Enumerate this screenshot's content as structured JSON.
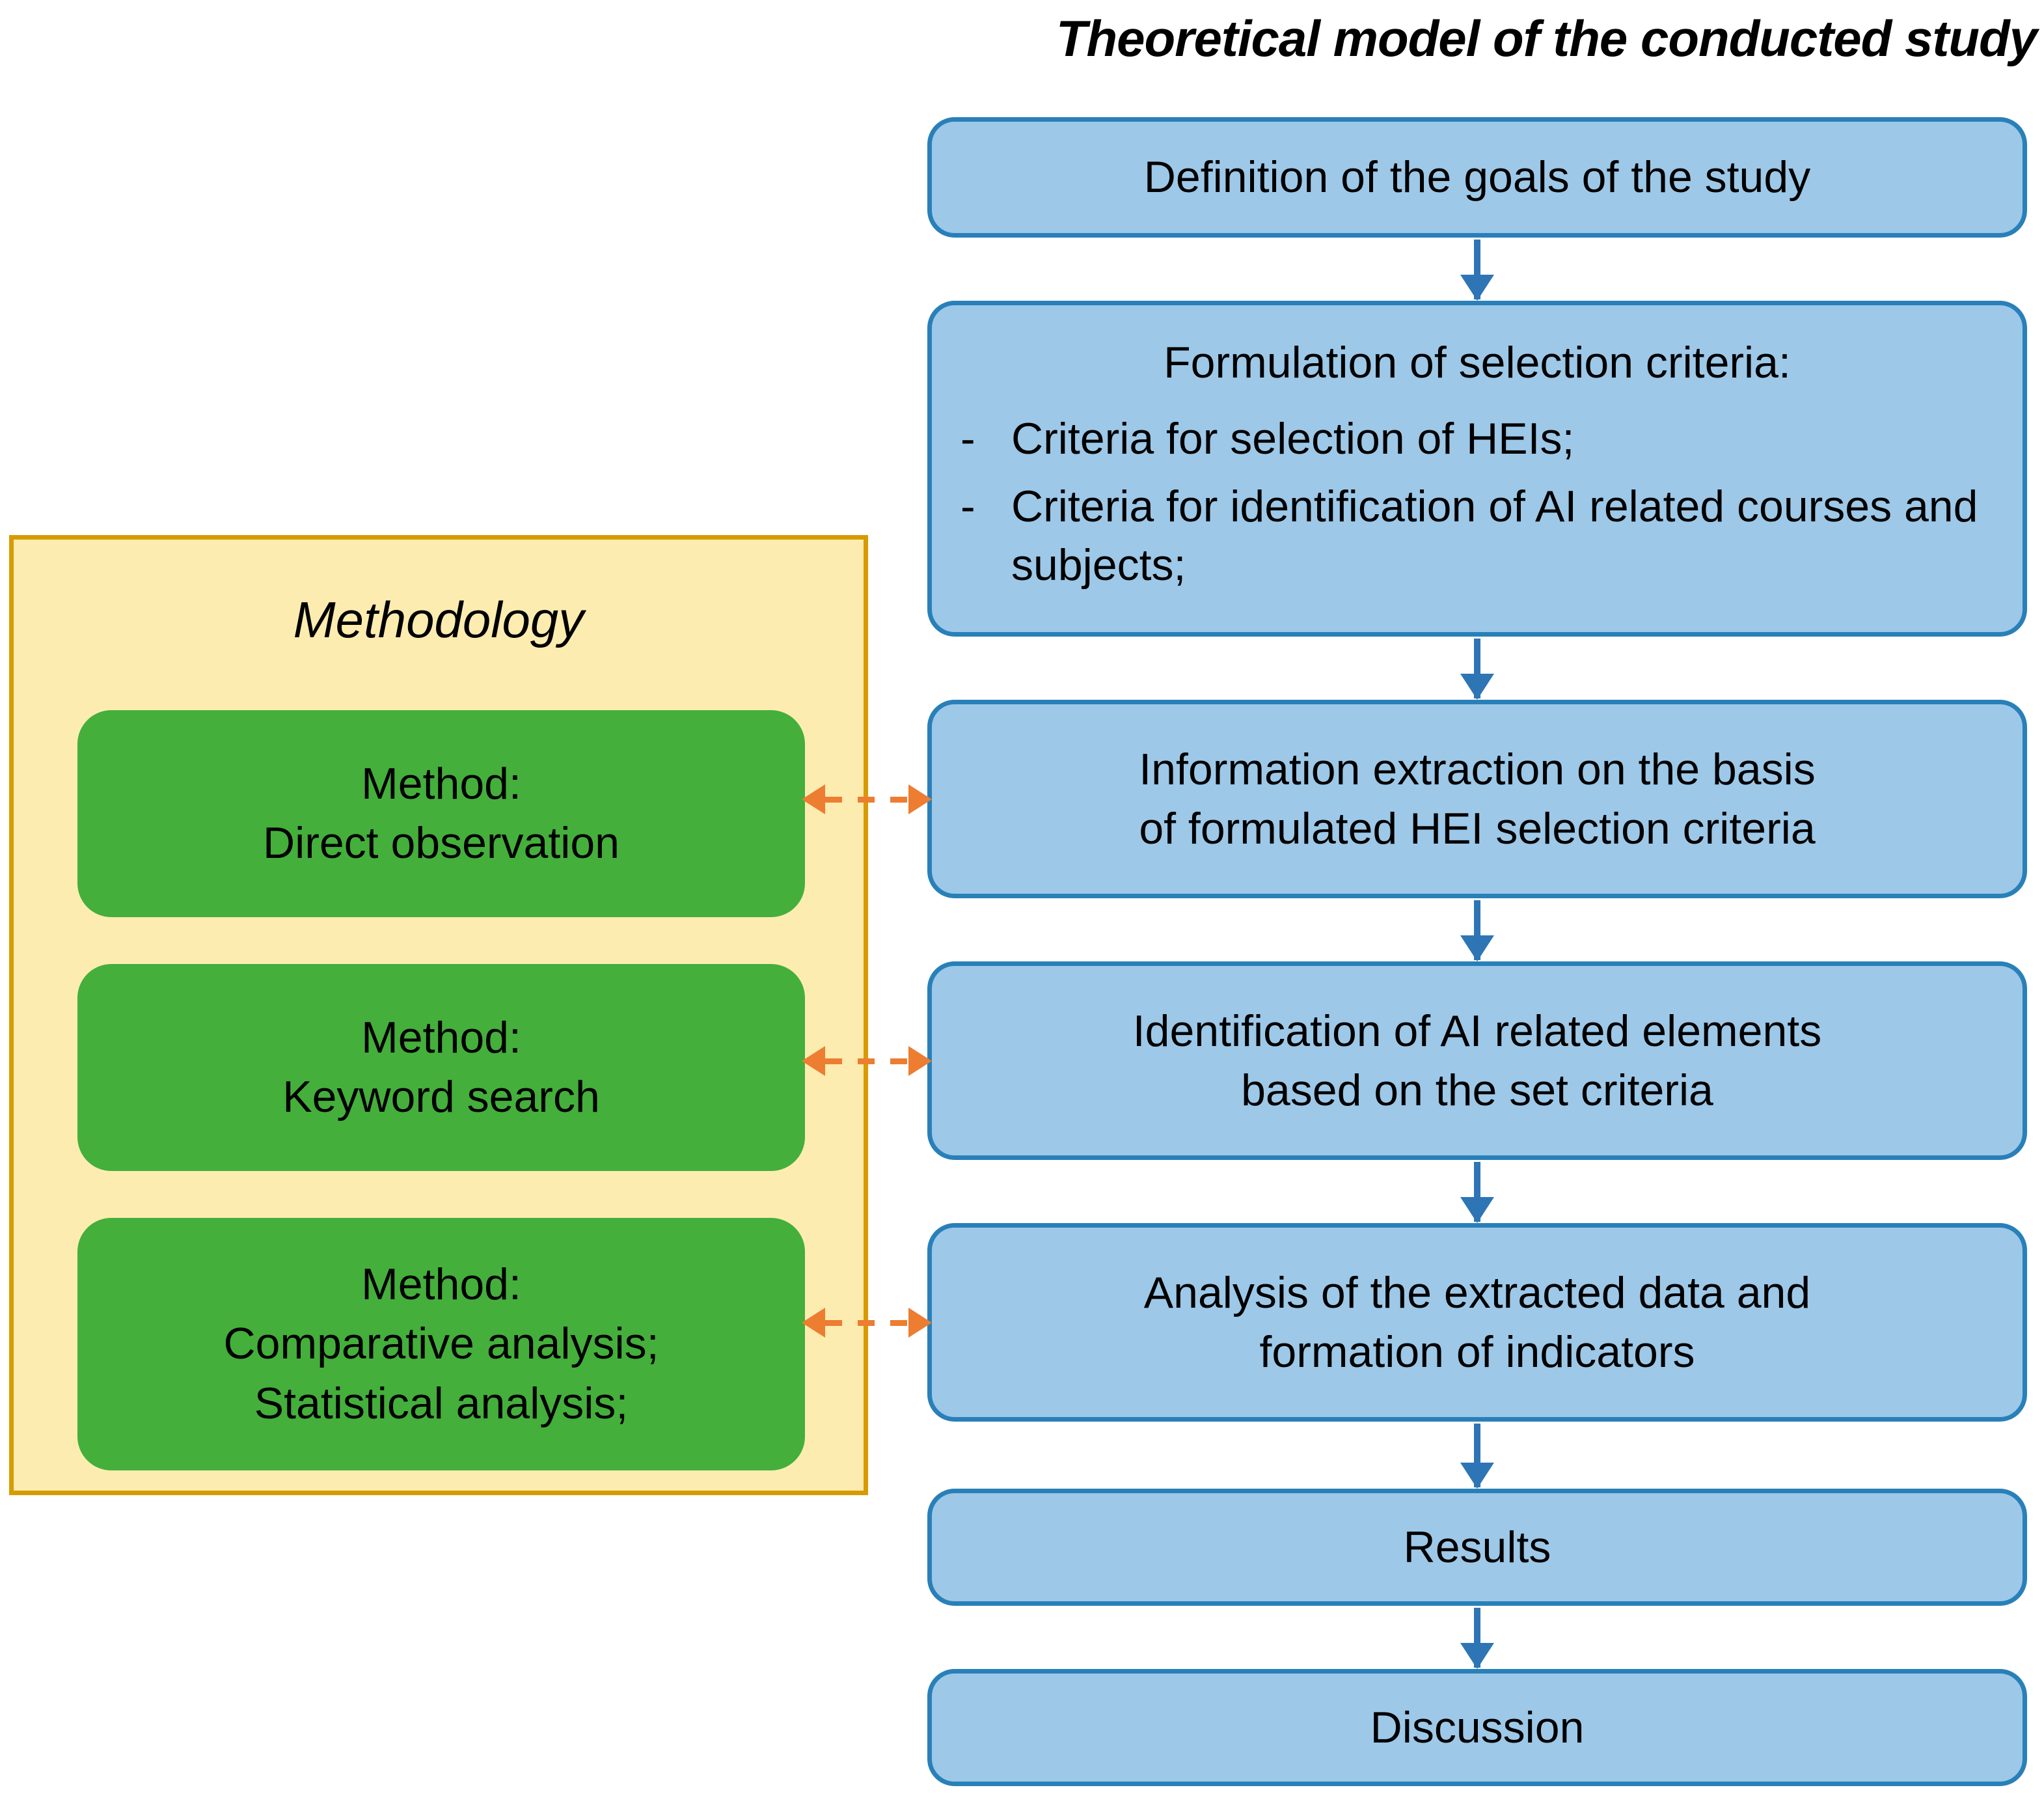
{
  "title": "Theoretical model of the conducted study",
  "colors": {
    "flow_box_fill": "#9DC8E8",
    "flow_box_border": "#2980B9",
    "flow_arrow": "#2E75B6",
    "panel_fill": "#FDECB0",
    "panel_border": "#D79B00",
    "method_box_fill": "#44AF3B",
    "link_arrow": "#ED7D31",
    "text": "#000000"
  },
  "flow": {
    "steps": [
      {
        "id": "definition",
        "lines": [
          "Definition of the goals of the study"
        ]
      },
      {
        "id": "criteria",
        "heading": "Formulation of selection criteria:",
        "bullets": [
          {
            "dash": "-",
            "text": "Criteria for selection of HEIs;"
          },
          {
            "dash": "-",
            "text": "Criteria for identification of AI related courses and subjects;"
          }
        ]
      },
      {
        "id": "information-extraction",
        "lines": [
          "Information extraction on the basis",
          "of formulated HEI selection criteria"
        ]
      },
      {
        "id": "identification",
        "lines": [
          "Identification of AI related elements",
          "based on the set criteria"
        ]
      },
      {
        "id": "analysis",
        "lines": [
          "Analysis of the extracted data and",
          "formation of indicators"
        ]
      },
      {
        "id": "results",
        "lines": [
          "Results"
        ]
      },
      {
        "id": "discussion",
        "lines": [
          "Discussion"
        ]
      }
    ]
  },
  "methodology": {
    "title": "Methodology",
    "methods": [
      {
        "id": "direct-observation",
        "lines": [
          "Method:",
          "Direct observation"
        ]
      },
      {
        "id": "keyword-search",
        "lines": [
          "Method:",
          "Keyword search"
        ]
      },
      {
        "id": "comparative-statistical",
        "lines": [
          "Method:",
          "Comparative analysis;",
          "Statistical analysis;"
        ]
      }
    ]
  }
}
